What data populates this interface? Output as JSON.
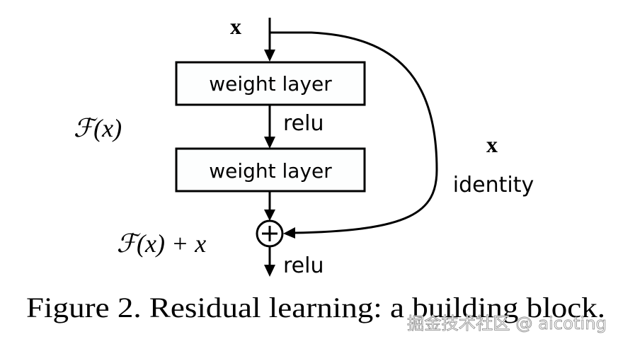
{
  "diagram": {
    "input_label": "x",
    "layer1_label": "weight layer",
    "relu1_label": "relu",
    "layer2_label": "weight layer",
    "residual_label": "ℱ(x)",
    "shortcut_x_label": "x",
    "shortcut_label": "identity",
    "sum_label": "ℱ(x) + x",
    "sum_symbol": "+",
    "relu2_label": "relu"
  },
  "caption": "Figure 2. Residual learning: a building block.",
  "watermark": "掘金技术社区 @ aicoting",
  "colors": {
    "stroke": "#000000",
    "box_fill": "#fdfefe",
    "watermark": "#ffffff"
  }
}
